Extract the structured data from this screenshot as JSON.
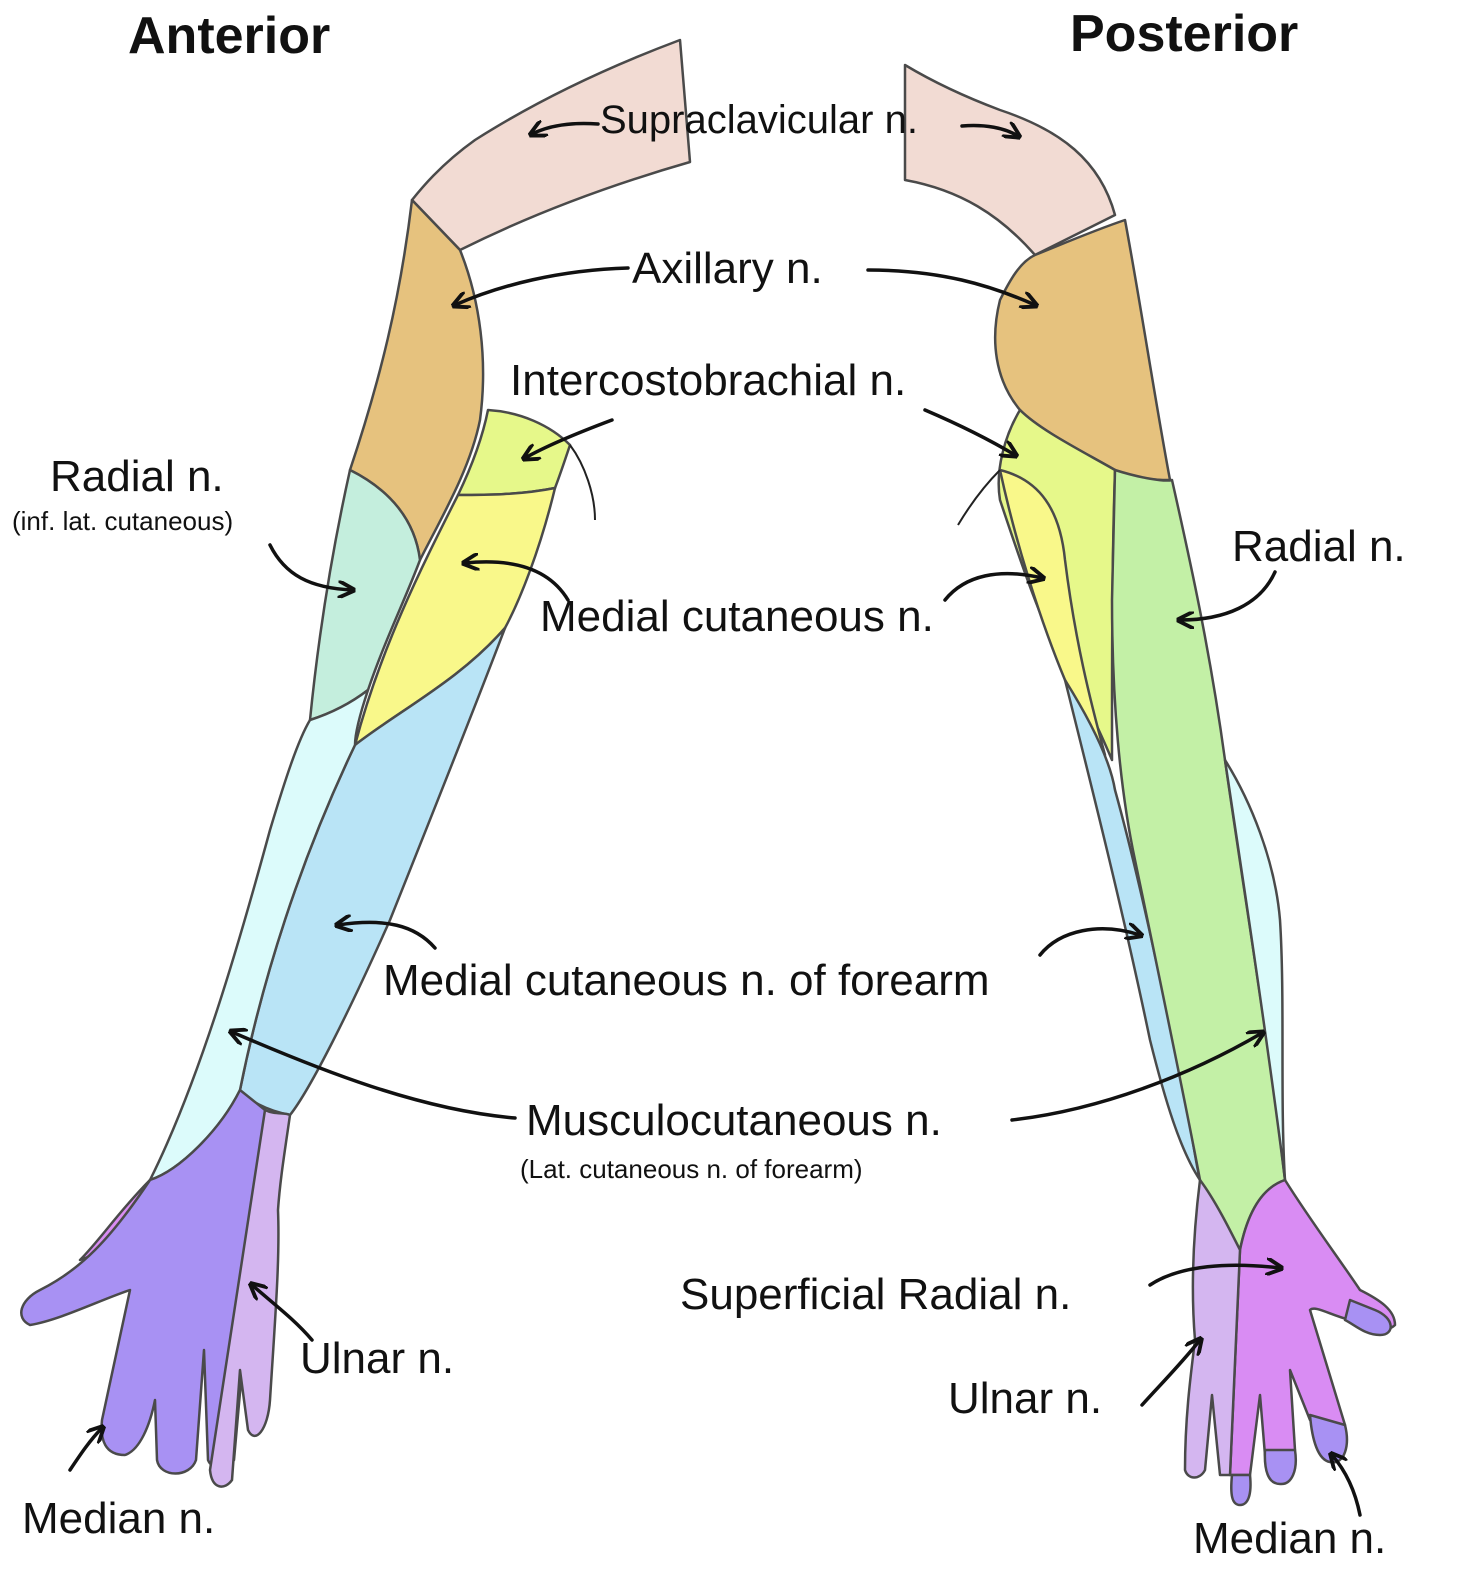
{
  "titles": {
    "left": "Anterior",
    "right": "Posterior"
  },
  "labels": {
    "supraclavicular": "Supraclavicular n.",
    "axillary": "Axillary n.",
    "intercostobrachial": "Intercostobrachial n.",
    "radial_anterior": "Radial n.",
    "radial_anterior_sub": "(inf. lat. cutaneous)",
    "radial_posterior": "Radial n.",
    "medial_cutaneous": "Medial cutaneous n.",
    "medial_cutaneous_forearm": "Medial cutaneous n. of forearm",
    "musculocutaneous": "Musculocutaneous n.",
    "musculocutaneous_sub": "(Lat. cutaneous n. of forearm)",
    "superficial_radial": "Superficial Radial n.",
    "ulnar_anterior": "Ulnar n.",
    "ulnar_posterior": "Ulnar n.",
    "median_anterior": "Median n.",
    "median_posterior": "Median n."
  },
  "colors": {
    "supraclavicular": "#f2dbd3",
    "axillary": "#e6c27e",
    "intercostobrachial": "#e6f88a",
    "medial_cutaneous": "#f9f88a",
    "radial_inf_lat": "#c4eedd",
    "radial_posterior": "#c3f0a6",
    "musculocutaneous": "#dcfbfb",
    "medial_cutaneous_forearm": "#b9e4f6",
    "median": "#a891f3",
    "ulnar": "#d4b6f0",
    "superficial_radial": "#d98cf3"
  }
}
